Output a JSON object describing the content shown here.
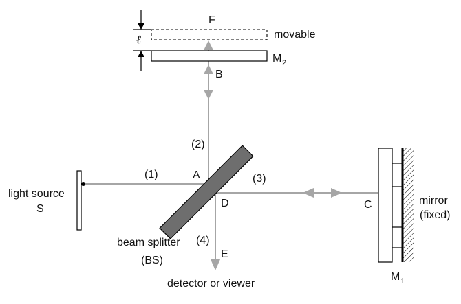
{
  "labels": {
    "light_source_line1": "light source",
    "light_source_line2": "S",
    "beam_1": "(1)",
    "beam_2": "(2)",
    "beam_3": "(3)",
    "beam_4": "(4)",
    "point_a": "A",
    "point_b": "B",
    "point_c": "C",
    "point_d": "D",
    "point_e": "E",
    "point_f": "F",
    "movable": "movable",
    "mirror_m2": "M",
    "mirror_m2_sub": "2",
    "mirror_m1": "M",
    "mirror_m1_sub": "1",
    "splitter_line1": "beam splitter",
    "splitter_line2": "(BS)",
    "detector": "detector or viewer",
    "fixed_mirror_line1": "mirror",
    "fixed_mirror_line2": "(fixed)",
    "displacement": "ℓ"
  },
  "colors": {
    "beam": "#a6a6a6",
    "splitter": "#6e6e6e",
    "outline": "#000000"
  }
}
